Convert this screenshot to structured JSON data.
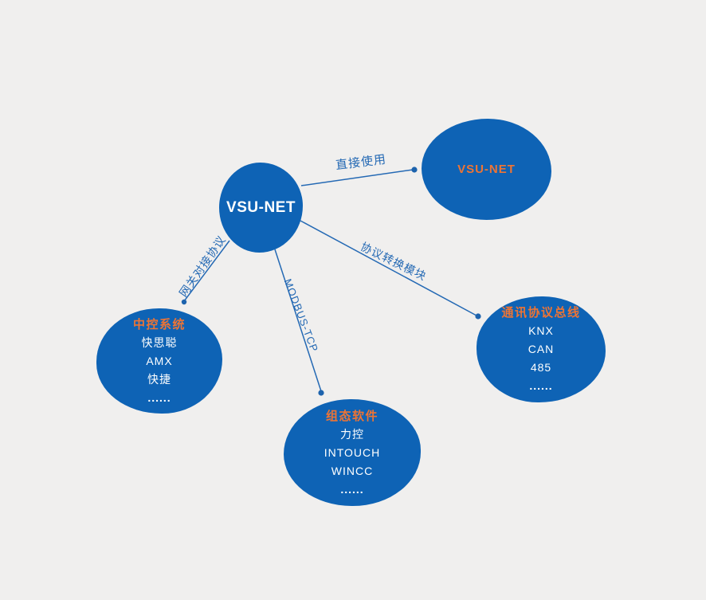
{
  "colors": {
    "background": "#f0efee",
    "node_fill": "#0e63b5",
    "accent_orange": "#ee7434",
    "line_blue": "#2469b4",
    "node_text": "#ffffff"
  },
  "center": {
    "label": "VSU-NET"
  },
  "nodes": {
    "direct": {
      "title": "VSU-NET"
    },
    "control": {
      "title": "中控系统",
      "items": [
        "快思聪",
        "AMX",
        "快捷",
        "......"
      ]
    },
    "scada": {
      "title": "组态软件",
      "items": [
        "力控",
        "INTOUCH",
        "WINCC",
        "......"
      ]
    },
    "bus": {
      "title": "通讯协议总线",
      "items": [
        "KNX",
        "CAN",
        "485",
        "......"
      ]
    }
  },
  "edges": {
    "direct_use": "直接使用",
    "gateway": "网关对接协议",
    "modbus": "MODBUS-TCP",
    "converter": "协议转换模块"
  }
}
